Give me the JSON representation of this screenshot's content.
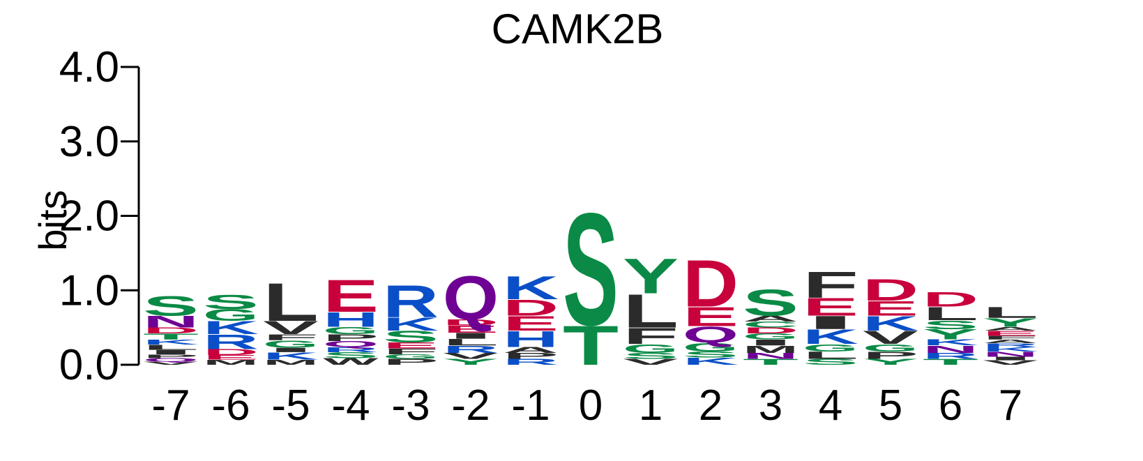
{
  "chart_data": {
    "type": "sequence-logo",
    "title": "CAMK2B",
    "ylabel": "bits",
    "ylim": [
      0,
      4.0
    ],
    "yticks": [
      "0.0",
      "1.0",
      "2.0",
      "3.0",
      "4.0"
    ],
    "positions": [
      "-7",
      "-6",
      "-5",
      "-4",
      "-3",
      "-2",
      "-1",
      "0",
      "1",
      "2",
      "3",
      "4",
      "5",
      "6",
      "7"
    ],
    "colors": {
      "hydrophobic": "#2b2b2b",
      "polar": "#0a8a46",
      "acidic": "#c8003c",
      "basic": "#0a4fc8",
      "amide": "#6e0094"
    },
    "residue_colors": {
      "A": "#2b2b2b",
      "V": "#2b2b2b",
      "L": "#2b2b2b",
      "I": "#2b2b2b",
      "P": "#2b2b2b",
      "W": "#2b2b2b",
      "F": "#2b2b2b",
      "M": "#2b2b2b",
      "G": "#0a8a46",
      "S": "#0a8a46",
      "T": "#0a8a46",
      "Y": "#0a8a46",
      "C": "#0a8a46",
      "D": "#c8003c",
      "E": "#c8003c",
      "K": "#0a4fc8",
      "R": "#0a4fc8",
      "H": "#0a4fc8",
      "N": "#6e0094",
      "Q": "#6e0094"
    },
    "columns": [
      {
        "position": "-7",
        "letters": [
          {
            "aa": "V",
            "bits": 0.04
          },
          {
            "aa": "Q",
            "bits": 0.05
          },
          {
            "aa": "P",
            "bits": 0.05
          },
          {
            "aa": "I",
            "bits": 0.06
          },
          {
            "aa": "L",
            "bits": 0.07
          },
          {
            "aa": "K",
            "bits": 0.07
          },
          {
            "aa": "T",
            "bits": 0.08
          },
          {
            "aa": "D",
            "bits": 0.08
          },
          {
            "aa": "N",
            "bits": 0.16
          },
          {
            "aa": "S",
            "bits": 0.27
          }
        ]
      },
      {
        "position": "-6",
        "letters": [
          {
            "aa": "M",
            "bits": 0.07
          },
          {
            "aa": "E",
            "bits": 0.06
          },
          {
            "aa": "D",
            "bits": 0.08
          },
          {
            "aa": "R",
            "bits": 0.2
          },
          {
            "aa": "K",
            "bits": 0.18
          },
          {
            "aa": "G",
            "bits": 0.16
          },
          {
            "aa": "S",
            "bits": 0.19
          }
        ]
      },
      {
        "position": "-5",
        "letters": [
          {
            "aa": "M",
            "bits": 0.07
          },
          {
            "aa": "K",
            "bits": 0.1
          },
          {
            "aa": "I",
            "bits": 0.06
          },
          {
            "aa": "G",
            "bits": 0.1
          },
          {
            "aa": "F",
            "bits": 0.08
          },
          {
            "aa": "V",
            "bits": 0.18
          },
          {
            "aa": "L",
            "bits": 0.52
          }
        ]
      },
      {
        "position": "-4",
        "letters": [
          {
            "aa": "W",
            "bits": 0.09
          },
          {
            "aa": "S",
            "bits": 0.08
          },
          {
            "aa": "R",
            "bits": 0.07
          },
          {
            "aa": "Q",
            "bits": 0.08
          },
          {
            "aa": "P",
            "bits": 0.09
          },
          {
            "aa": "G",
            "bits": 0.1
          },
          {
            "aa": "H",
            "bits": 0.2
          },
          {
            "aa": "E",
            "bits": 0.44
          }
        ]
      },
      {
        "position": "-3",
        "letters": [
          {
            "aa": "P",
            "bits": 0.08
          },
          {
            "aa": "G",
            "bits": 0.06
          },
          {
            "aa": "F",
            "bits": 0.08
          },
          {
            "aa": "E",
            "bits": 0.08
          },
          {
            "aa": "S",
            "bits": 0.16
          },
          {
            "aa": "K",
            "bits": 0.18
          },
          {
            "aa": "R",
            "bits": 0.44
          }
        ]
      },
      {
        "position": "-2",
        "letters": [
          {
            "aa": "Y",
            "bits": 0.08
          },
          {
            "aa": "V",
            "bits": 0.08
          },
          {
            "aa": "R",
            "bits": 0.1
          },
          {
            "aa": "L",
            "bits": 0.09
          },
          {
            "aa": "I",
            "bits": 0.08
          },
          {
            "aa": "E",
            "bits": 0.1
          },
          {
            "aa": "D",
            "bits": 0.08
          },
          {
            "aa": "Q",
            "bits": 0.6
          }
        ]
      },
      {
        "position": "-1",
        "letters": [
          {
            "aa": "R",
            "bits": 0.08
          },
          {
            "aa": "P",
            "bits": 0.08
          },
          {
            "aa": "A",
            "bits": 0.08
          },
          {
            "aa": "H",
            "bits": 0.22
          },
          {
            "aa": "E",
            "bits": 0.2
          },
          {
            "aa": "D",
            "bits": 0.22
          },
          {
            "aa": "K",
            "bits": 0.32
          }
        ]
      },
      {
        "position": "0",
        "letters": [
          {
            "aa": "T",
            "bits": 0.54
          },
          {
            "aa": "S",
            "bits": 1.54
          }
        ]
      },
      {
        "position": "1",
        "letters": [
          {
            "aa": "V",
            "bits": 0.08
          },
          {
            "aa": "S",
            "bits": 0.08
          },
          {
            "aa": "G",
            "bits": 0.12
          },
          {
            "aa": "F",
            "bits": 0.22
          },
          {
            "aa": "L",
            "bits": 0.46
          },
          {
            "aa": "Y",
            "bits": 0.48
          }
        ]
      },
      {
        "position": "2",
        "letters": [
          {
            "aa": "K",
            "bits": 0.1
          },
          {
            "aa": "S",
            "bits": 0.08
          },
          {
            "aa": "G",
            "bits": 0.12
          },
          {
            "aa": "Q",
            "bits": 0.22
          },
          {
            "aa": "E",
            "bits": 0.26
          },
          {
            "aa": "D",
            "bits": 0.64
          }
        ]
      },
      {
        "position": "3",
        "letters": [
          {
            "aa": "T",
            "bits": 0.08
          },
          {
            "aa": "N",
            "bits": 0.08
          },
          {
            "aa": "M",
            "bits": 0.1
          },
          {
            "aa": "I",
            "bits": 0.08
          },
          {
            "aa": "G",
            "bits": 0.08
          },
          {
            "aa": "D",
            "bits": 0.08
          },
          {
            "aa": "C",
            "bits": 0.08
          },
          {
            "aa": "A",
            "bits": 0.08
          },
          {
            "aa": "S",
            "bits": 0.36
          }
        ]
      },
      {
        "position": "4",
        "letters": [
          {
            "aa": "S",
            "bits": 0.08
          },
          {
            "aa": "L",
            "bits": 0.1
          },
          {
            "aa": "G",
            "bits": 0.1
          },
          {
            "aa": "K",
            "bits": 0.2
          },
          {
            "aa": "I",
            "bits": 0.18
          },
          {
            "aa": "E",
            "bits": 0.24
          },
          {
            "aa": "F",
            "bits": 0.36
          }
        ]
      },
      {
        "position": "5",
        "letters": [
          {
            "aa": "Y",
            "bits": 0.08
          },
          {
            "aa": "P",
            "bits": 0.1
          },
          {
            "aa": "G",
            "bits": 0.1
          },
          {
            "aa": "V",
            "bits": 0.18
          },
          {
            "aa": "K",
            "bits": 0.2
          },
          {
            "aa": "E",
            "bits": 0.2
          },
          {
            "aa": "D",
            "bits": 0.3
          }
        ]
      },
      {
        "position": "6",
        "letters": [
          {
            "aa": "T",
            "bits": 0.08
          },
          {
            "aa": "R",
            "bits": 0.08
          },
          {
            "aa": "N",
            "bits": 0.1
          },
          {
            "aa": "K",
            "bits": 0.08
          },
          {
            "aa": "Y",
            "bits": 0.14
          },
          {
            "aa": "S",
            "bits": 0.12
          },
          {
            "aa": "L",
            "bits": 0.18
          },
          {
            "aa": "D",
            "bits": 0.2
          }
        ]
      },
      {
        "position": "7",
        "letters": [
          {
            "aa": "V",
            "bits": 0.06
          },
          {
            "aa": "I",
            "bits": 0.05
          },
          {
            "aa": "N",
            "bits": 0.07
          },
          {
            "aa": "K",
            "bits": 0.06
          },
          {
            "aa": "R",
            "bits": 0.05
          },
          {
            "aa": "A",
            "bits": 0.05
          },
          {
            "aa": "F",
            "bits": 0.05
          },
          {
            "aa": "E",
            "bits": 0.07
          },
          {
            "aa": "A",
            "bits": 0.05
          },
          {
            "aa": "Y",
            "bits": 0.12
          },
          {
            "aa": "L",
            "bits": 0.15
          }
        ]
      }
    ]
  }
}
